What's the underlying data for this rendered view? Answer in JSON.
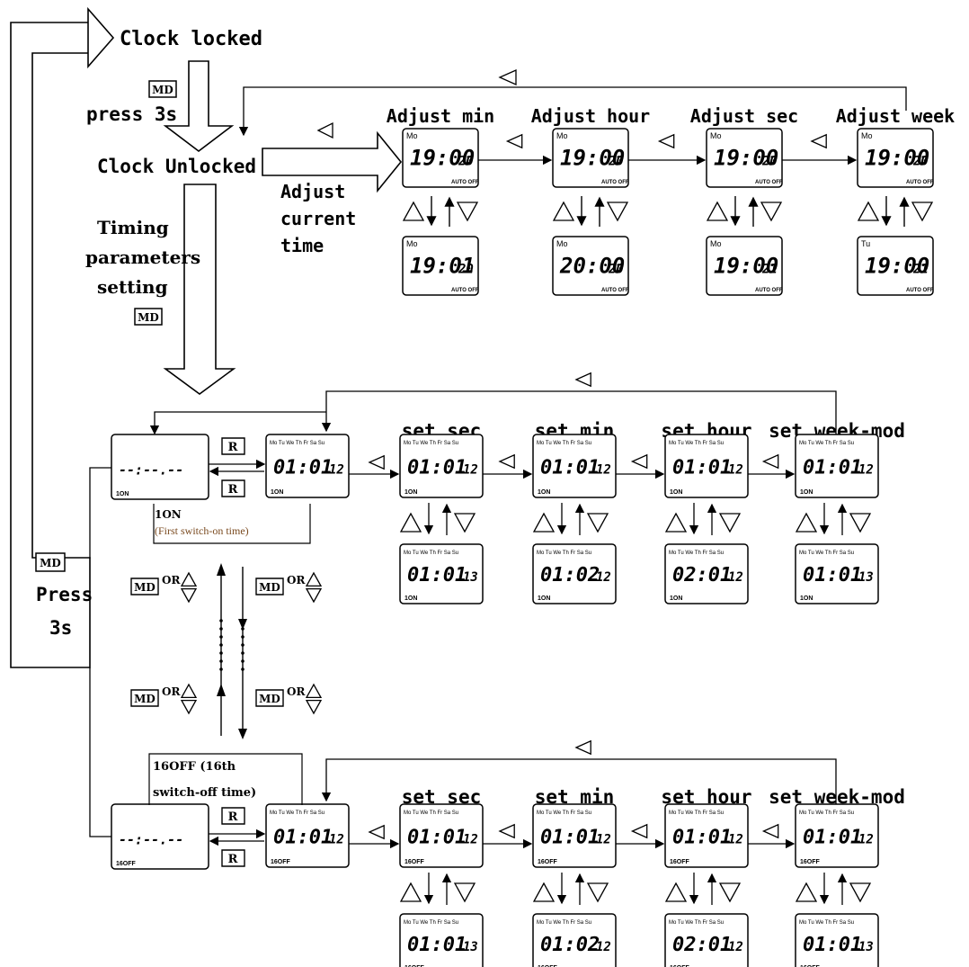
{
  "labels": {
    "clock_locked": "Clock locked",
    "press_3s_top": "press 3s",
    "clock_unlocked": "Clock Unlocked",
    "adjust_current_time": [
      "Adjust",
      "current",
      "time"
    ],
    "timing_parameters": [
      "Timing",
      "parameters",
      "setting"
    ],
    "press_3s_left": [
      "Press",
      "3s"
    ],
    "first_on": "1ON",
    "first_on_desc": "(First switch-on time)",
    "sixteenth_off": "16OFF    (16th",
    "sixteenth_off_desc": "switch-off time)"
  },
  "buttons": {
    "md": "MD",
    "r": "R",
    "or": "OR"
  },
  "clock_steps": [
    {
      "title": "Adjust min",
      "weekday": "Mo",
      "time_top": "19:00",
      "sec_top": "20",
      "time_bottom": "19:01",
      "sec_bottom": "20",
      "weekday_bottom": "Mo",
      "tag": "AUTO OFF"
    },
    {
      "title": "Adjust hour",
      "weekday": "Mo",
      "time_top": "19:00",
      "sec_top": "20",
      "time_bottom": "20:00",
      "sec_bottom": "20",
      "weekday_bottom": "Mo",
      "tag": "AUTO OFF"
    },
    {
      "title": "Adjust sec",
      "weekday": "Mo",
      "time_top": "19:00",
      "sec_top": "20",
      "time_bottom": "19:00",
      "sec_bottom": "21",
      "weekday_bottom": "Mo",
      "tag": "AUTO OFF"
    },
    {
      "title": "Adjust week",
      "weekday": "Mo",
      "time_top": "19:00",
      "sec_top": "20",
      "time_bottom": "19:00",
      "sec_bottom": "21",
      "weekday_bottom": "Tu",
      "tag": "AUTO OFF"
    }
  ],
  "weekdays": "Mo Tu We Th Fr Sa Su",
  "program_blank": "--:--.--",
  "program_row1": {
    "index_label": "1ON",
    "start": {
      "time": "01:01",
      "sec": "12"
    },
    "steps": [
      {
        "title": "set sec",
        "top": "01:01",
        "top_sec": "12",
        "bottom": "01:01",
        "bottom_sec": "13"
      },
      {
        "title": "set min",
        "top": "01:01",
        "top_sec": "12",
        "bottom": "01:02",
        "bottom_sec": "12"
      },
      {
        "title": "set hour",
        "top": "01:01",
        "top_sec": "12",
        "bottom": "02:01",
        "bottom_sec": "12"
      },
      {
        "title": "set week-mod",
        "top": "01:01",
        "top_sec": "12",
        "bottom": "01:01",
        "bottom_sec": "13"
      }
    ]
  },
  "program_row16": {
    "index_label": "16OFF",
    "start": {
      "time": "01:01",
      "sec": "12"
    },
    "steps": [
      {
        "title": "set sec",
        "top": "01:01",
        "top_sec": "12",
        "bottom": "01:01",
        "bottom_sec": "13"
      },
      {
        "title": "set min",
        "top": "01:01",
        "top_sec": "12",
        "bottom": "01:02",
        "bottom_sec": "12"
      },
      {
        "title": "set hour",
        "top": "01:01",
        "top_sec": "12",
        "bottom": "02:01",
        "bottom_sec": "12"
      },
      {
        "title": "set week-mod",
        "top": "01:01",
        "top_sec": "12",
        "bottom": "01:01",
        "bottom_sec": "13"
      }
    ]
  },
  "icons": {
    "up": "up-triangle-icon",
    "down": "down-triangle-icon",
    "back": "left-triangle-icon"
  }
}
